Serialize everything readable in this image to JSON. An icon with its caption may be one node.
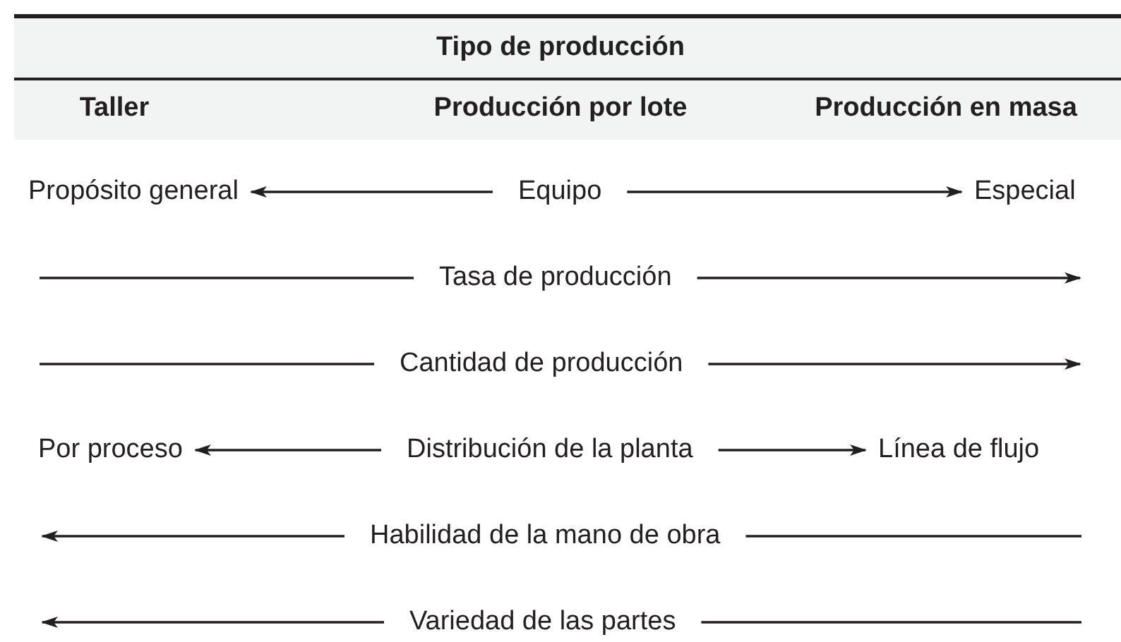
{
  "diagram": {
    "nodes": [
      {
        "text": [
          "Propósito general"
        ]
      },
      {
        "text": [
          "Equipo"
        ]
      },
      {
        "text": [
          "Especial"
        ]
      },
      {
        "text": [
          "Tasa de producción"
        ]
      },
      {
        "text": [
          "Cantidad de producción"
        ]
      },
      {
        "text": [
          "Por proceso"
        ]
      },
      {
        "text": [
          "Distribución de la planta"
        ]
      },
      {
        "text": [
          "Línea de flujo"
        ]
      },
      {
        "text": [
          "Habilidad de la mano de obra"
        ]
      },
      {
        "text": [
          "Variedad de las partes"
        ]
      }
    ],
    "edges": [
      {
        "from": 1,
        "to": 0,
        "arrow": "to"
      },
      {
        "from": 1,
        "to": 2,
        "arrow": "to"
      },
      {
        "from": null,
        "to": 3,
        "arrow": "none"
      },
      {
        "from": 3,
        "to": null,
        "arrow": "to"
      },
      {
        "from": null,
        "to": 4,
        "arrow": "none"
      },
      {
        "from": 4,
        "to": null,
        "arrow": "to"
      },
      {
        "from": 6,
        "to": 5,
        "arrow": "to"
      },
      {
        "from": 6,
        "to": 7,
        "arrow": "to"
      },
      {
        "from": 8,
        "to": null,
        "arrow": "to"
      },
      {
        "from": 8,
        "to": null,
        "arrow": "none"
      },
      {
        "from": 9,
        "to": null,
        "arrow": "to"
      },
      {
        "from": 9,
        "to": null,
        "arrow": "none"
      }
    ],
    "labels": [
      "Tipo de producción",
      "Taller",
      "Producción por lote",
      "Producción en masa"
    ]
  }
}
